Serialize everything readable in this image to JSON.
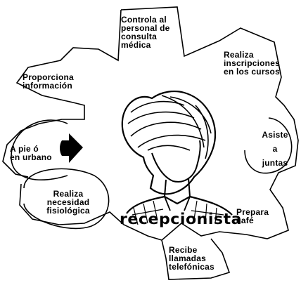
{
  "title": "recepcionista",
  "tasks": {
    "controla": [
      "Controla al",
      "personal de",
      "consulta",
      "médica"
    ],
    "inscripciones": [
      "Realiza",
      "inscripciones",
      "en los cursos"
    ],
    "juntas": [
      "Asiste",
      "a",
      "juntas"
    ],
    "cafe": [
      "Prepara",
      "café"
    ],
    "llamadas": [
      "Recibe",
      "llamadas",
      "telefónicas"
    ],
    "fisiologica": [
      "Realiza",
      "necesidad",
      "fisiológica"
    ],
    "transporte": [
      "A pie ó",
      "en urbano"
    ],
    "informacion": [
      "Proporciona",
      "información"
    ]
  }
}
